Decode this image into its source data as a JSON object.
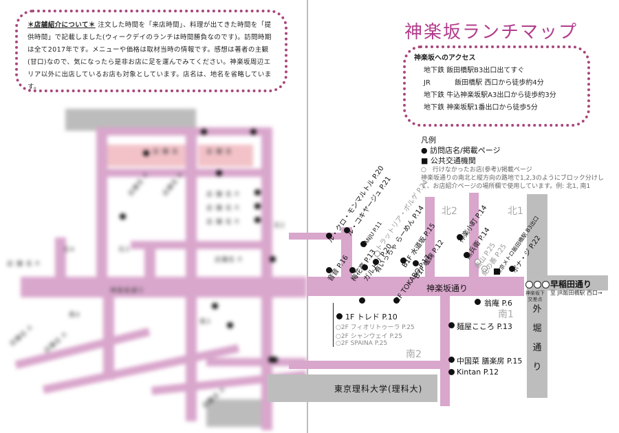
{
  "title": "神楽坂ランチマップ",
  "notice": {
    "heading": "＊店舗紹介について＊",
    "body": "注文した時間を「来店時間」、料理が出てきた時間を「提供時間」で記載しました(ウィークデイのランチは時間勝負なのです)。訪問時期は全て2017年です。メニューや価格は取材当時の情報です。感想は著者の主観(甘口)なので、気になったら是非お店に足を運んでみてください。神楽坂周辺エリア以外に出店しているお店も対象としています。店名は、地名を省略しています。"
  },
  "access": {
    "heading": "神楽坂へのアクセス",
    "lines": [
      {
        "line": "地下鉄",
        "text": "飯田橋駅B3出口出てすぐ"
      },
      {
        "line": "JR",
        "text": "飯田橋駅 西口から徒歩約4分"
      },
      {
        "line": "地下鉄",
        "text": "牛込神楽坂駅A3出口から徒歩約3分"
      },
      {
        "line": "地下鉄",
        "text": "神楽坂駅1番出口から徒歩5分"
      }
    ]
  },
  "legend": {
    "heading": "凡例",
    "visited": "● 訪問店名/掲載ページ",
    "transit": "■ 公共交通機関",
    "not_visited": "○　行けなかったお店(参考)/掲載ページ",
    "note": "神楽坂通りの南北と縦方向の路地で1,2,3のようにブロック分けして、お店紹介ページの場所欄で使用しています。例: 北1, 南1"
  },
  "roads": {
    "kagurazaka": "神楽坂通り",
    "waseda": "早稲田通り",
    "waseda_sub": "至 JR飯田橋駅 西口→",
    "sotobori": "外堀通り",
    "station_label": "神楽坂下交差点"
  },
  "zones": {
    "north1": "北1",
    "north2": "北2",
    "south1": "南1",
    "south2": "南2"
  },
  "university": "東京理科大学(理科大)",
  "shops_north_rotated": [
    {
      "name": "ル・クロ・モンマルトル P.20"
    },
    {
      "name": "ル・コキヤージュ P.21"
    },
    {
      "name": "KANJU P.11"
    },
    {
      "name": "ガルトリ P.20"
    },
    {
      "name": "トラットリア・ボルゲ P.24"
    },
    {
      "name": "有いっちゃ らーめん P.14"
    },
    {
      "name": "B1F 水道坂 P.15"
    },
    {
      "name": "神楽小町 P.14"
    },
    {
      "name": "黒兵衛 P.14"
    },
    {
      "name": "高山 P.25"
    },
    {
      "name": "こばやかわ P.25"
    },
    {
      "name": "紀の善 P.25"
    },
    {
      "name": "B1F 塩麴 P.12"
    },
    {
      "name": "東京メトロ飯田橋駅 B3出口"
    },
    {
      "name": "ボナ・ジ P.22"
    },
    {
      "name": "音音 P.16"
    },
    {
      "name": "梅花亭 P.13"
    },
    {
      "name": "2F TOKABO P.17"
    },
    {
      "name": "3F 舟"
    }
  ],
  "shops_south": [
    {
      "name": "1F トレド P.10"
    },
    {
      "name": "2F フィオリトゥーラ P.25"
    },
    {
      "name": "2F シャンウェイ P.25"
    },
    {
      "name": "2F SPAINA P.25"
    },
    {
      "name": "翁庵 P.6"
    },
    {
      "name": "麺屋こころ P.13"
    },
    {
      "name": "中国菜 膳楽房 P.15"
    },
    {
      "name": "Kintan P.12"
    }
  ],
  "colors": {
    "accent": "#b23c8c",
    "road": "#d9a6cc",
    "dotted_border": "#a8467c",
    "gray_block": "#bdbdbd"
  }
}
